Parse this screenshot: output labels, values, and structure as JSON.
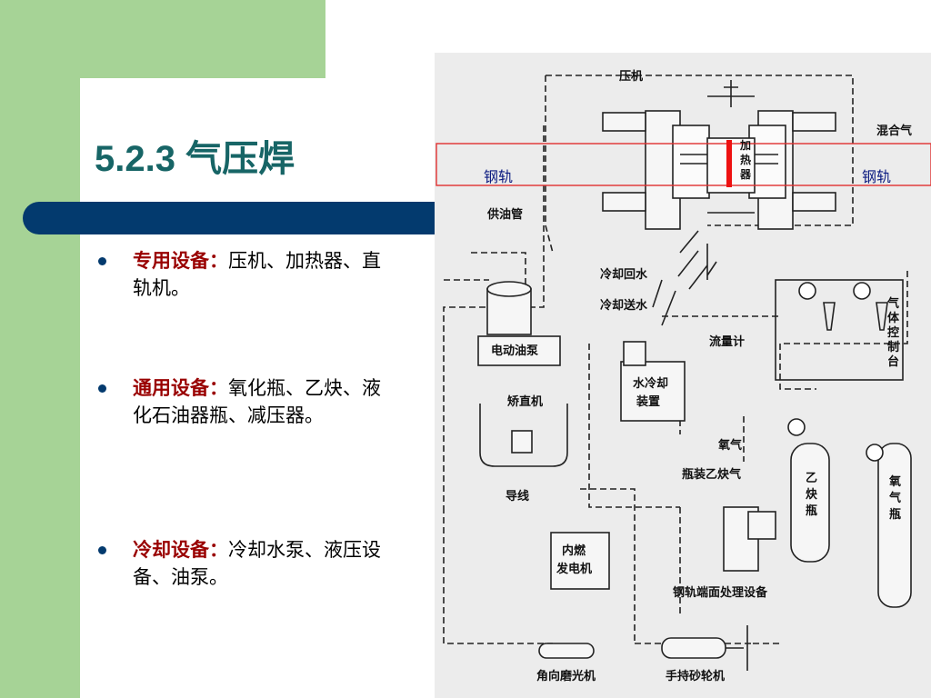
{
  "slide": {
    "title": "5.2.3 气压焊",
    "bullets": [
      {
        "term": "专用设备：",
        "text": "压机、加热器、直轨机。"
      },
      {
        "term": "通用设备：",
        "text": "氧化瓶、乙炔、液化石油器瓶、减压器。"
      },
      {
        "term": "冷却设备：",
        "text": "冷却水泵、液压设备、油泵。"
      }
    ]
  },
  "figure": {
    "labels": {
      "press": "压机",
      "mixed_gas": "混合气",
      "heater": "加热器",
      "rail_left": "钢轨",
      "rail_right": "钢轨",
      "oil_pipe": "供油管",
      "cooling_return": "冷却回水",
      "cooling_supply": "冷却送水",
      "electric_pump": "电动油泵",
      "water_cooler": "水冷却装置",
      "flowmeter": "流量计",
      "gas_console": "气体控制台",
      "straightener": "矫直机",
      "oxygen": "氧气",
      "bottled_acetylene": "瓶装乙炔气",
      "acetylene_cylinder": "乙炔瓶",
      "oxygen_cylinder": "氧气瓶",
      "wire": "导线",
      "generator": "内燃发电机",
      "rail_end_equipment": "钢轨端面处理设备",
      "angle_grinder": "角向磨光机",
      "hand_grinder": "手持砂轮机"
    },
    "colors": {
      "rail_box": "#e03030",
      "heater_bar": "#ee1111",
      "rail_label": "#0a1a80"
    }
  }
}
